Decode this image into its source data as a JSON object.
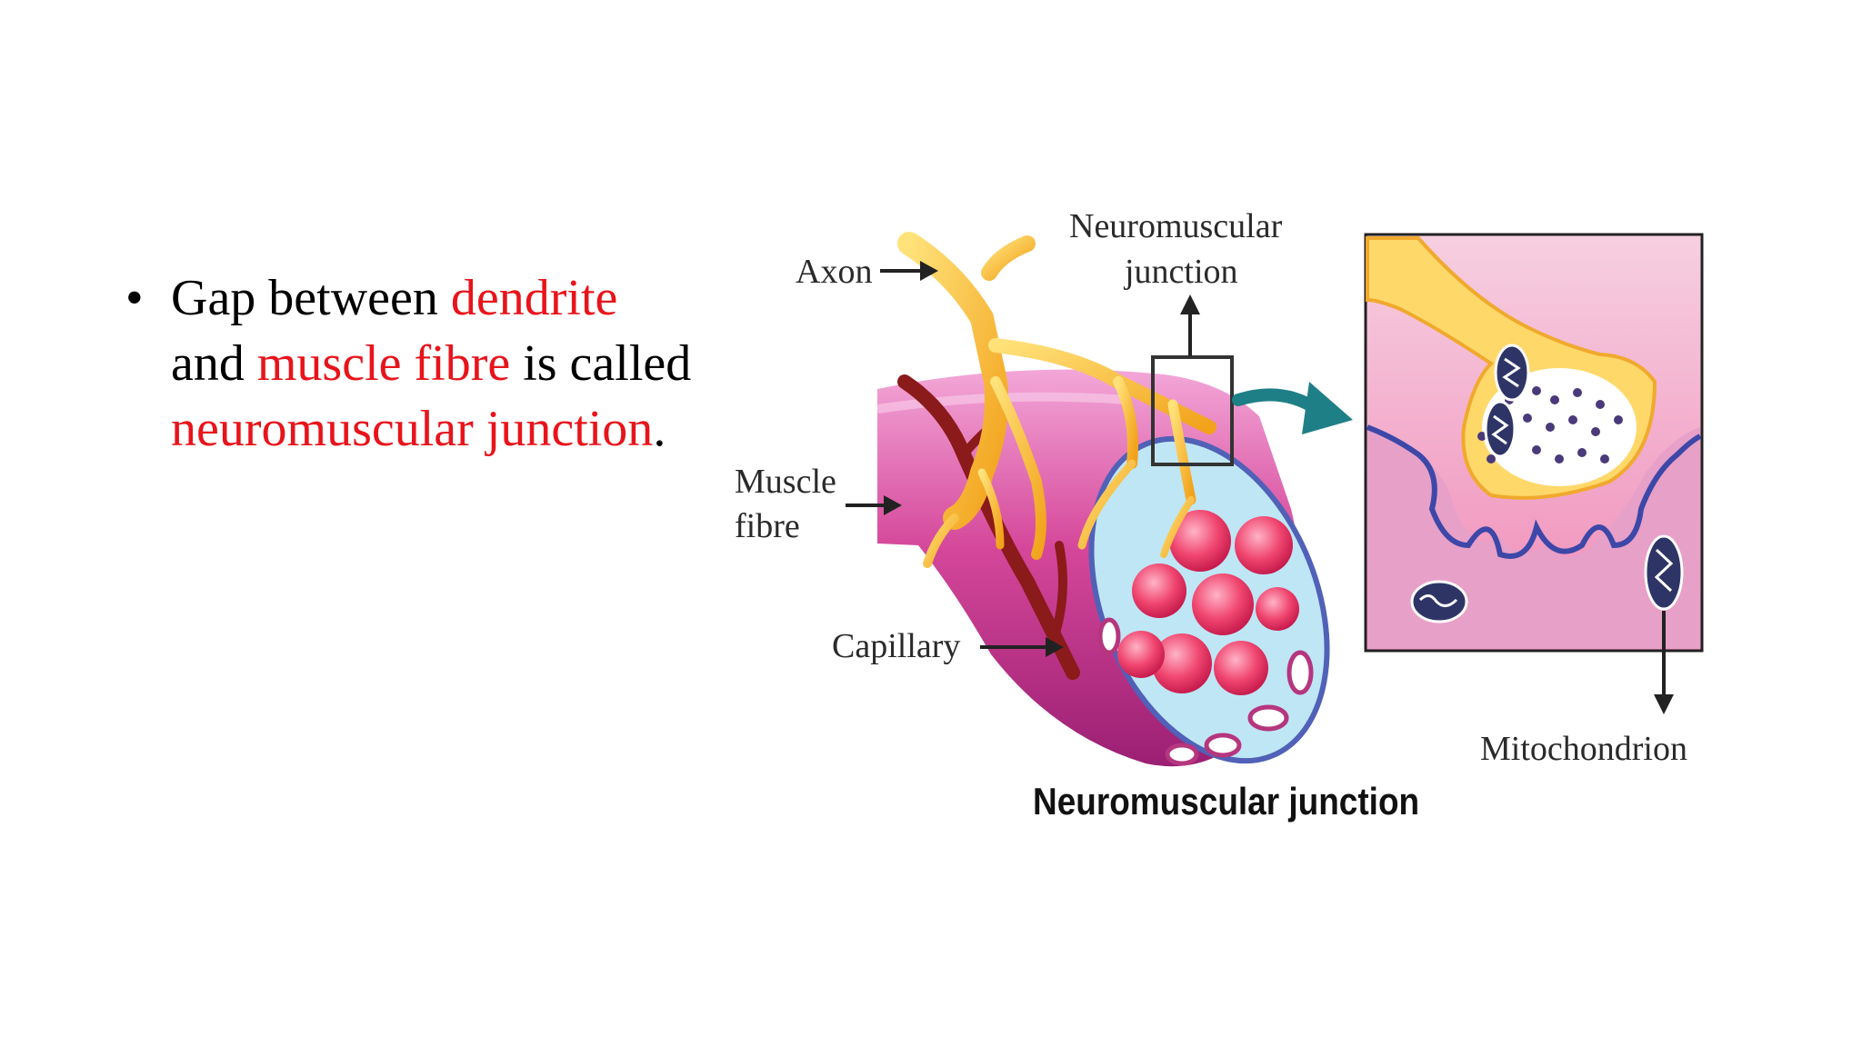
{
  "bullet": {
    "symbol": "•",
    "parts": [
      "Gap between ",
      "dendrite",
      "and ",
      "muscle fibre",
      " is called",
      "neuromuscular junction",
      "."
    ]
  },
  "diagram": {
    "labels": {
      "axon": "Axon",
      "nmj_line1": "Neuromuscular",
      "nmj_line2": "junction",
      "muscle_line1": "Muscle",
      "muscle_line2": "fibre",
      "capillary": "Capillary",
      "mitochondrion": "Mitochondrion"
    },
    "caption": "Neuromuscular junction"
  },
  "colors": {
    "highlight": "#e8141b",
    "text": "#000000",
    "axon": "#f7b733",
    "muscle": "#d5479a",
    "capillary": "#8b1a1a"
  }
}
